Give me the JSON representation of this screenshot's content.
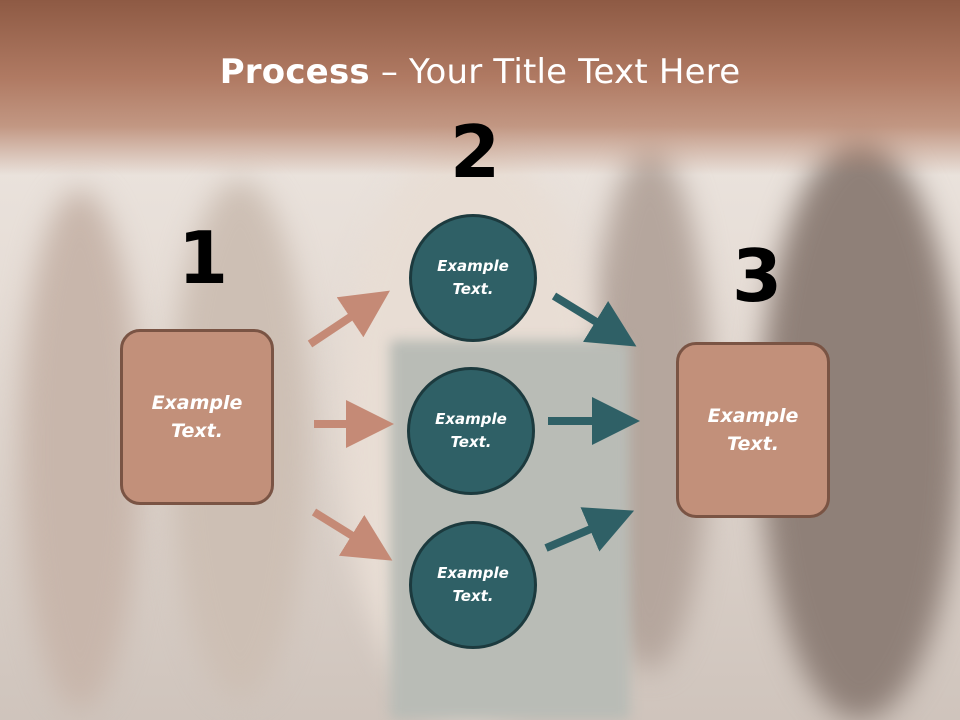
{
  "title": {
    "bold": "Process",
    "rest": " – Your Title Text Here"
  },
  "steps": [
    {
      "number": "1",
      "text": "Example\nText."
    },
    {
      "number": "2",
      "text": "Example\nText."
    },
    {
      "number": "3",
      "text": "Example\nText."
    }
  ],
  "middle_nodes": [
    {
      "text": "Example\nText."
    },
    {
      "text": "Example\nText."
    },
    {
      "text": "Example\nText."
    }
  ],
  "colors": {
    "title_band": "#9a6650",
    "box_fill": "#c2907a",
    "box_border": "#7a5444",
    "circle_fill": "#2f6066",
    "arrow_left": "#c58a76",
    "arrow_right": "#2f6066"
  }
}
